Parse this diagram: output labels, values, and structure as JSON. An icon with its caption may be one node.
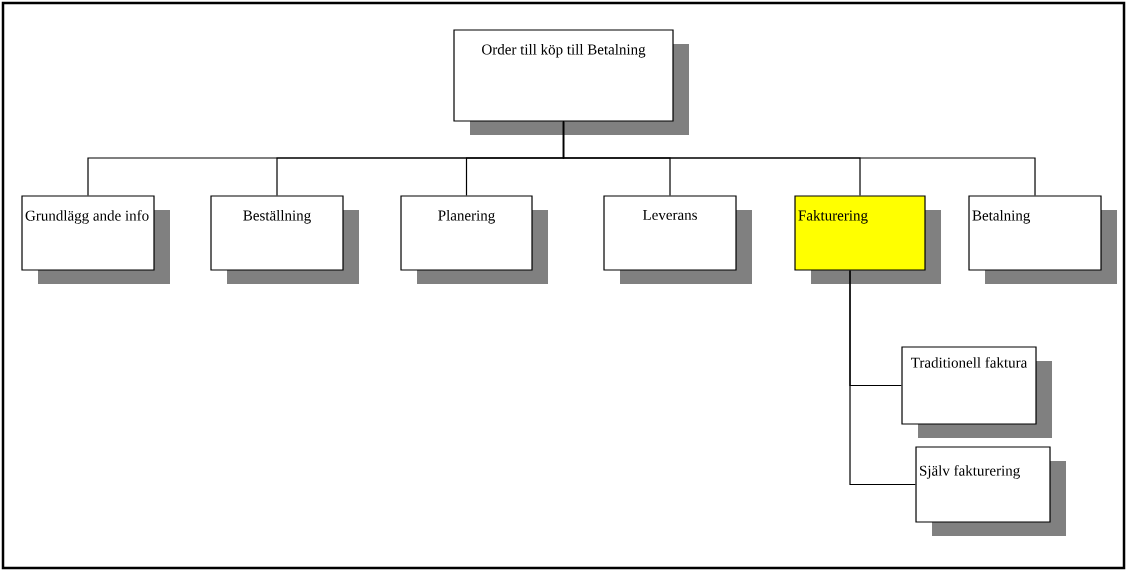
{
  "diagram": {
    "nodes": [
      {
        "text": [
          "Order till köp till Betalning"
        ]
      },
      {
        "text": [
          "Grundlägg ande info"
        ]
      },
      {
        "text": [
          "Beställning"
        ]
      },
      {
        "text": [
          "Planering"
        ]
      },
      {
        "text": [
          "Leverans"
        ]
      },
      {
        "text": [
          "Fakturering"
        ]
      },
      {
        "text": [
          "Betalning"
        ]
      },
      {
        "text": [
          "Traditionell faktura"
        ]
      },
      {
        "text": [
          "Själv fakturering"
        ]
      }
    ],
    "edges": [
      {
        "from": 0,
        "to": 1,
        "arrow": "none"
      },
      {
        "from": 0,
        "to": 2,
        "arrow": "none"
      },
      {
        "from": 0,
        "to": 3,
        "arrow": "none"
      },
      {
        "from": 0,
        "to": 4,
        "arrow": "none"
      },
      {
        "from": 0,
        "to": 5,
        "arrow": "none"
      },
      {
        "from": 0,
        "to": 6,
        "arrow": "none"
      },
      {
        "from": 5,
        "to": 7,
        "arrow": "none"
      },
      {
        "from": 5,
        "to": 8,
        "arrow": "none"
      }
    ]
  }
}
